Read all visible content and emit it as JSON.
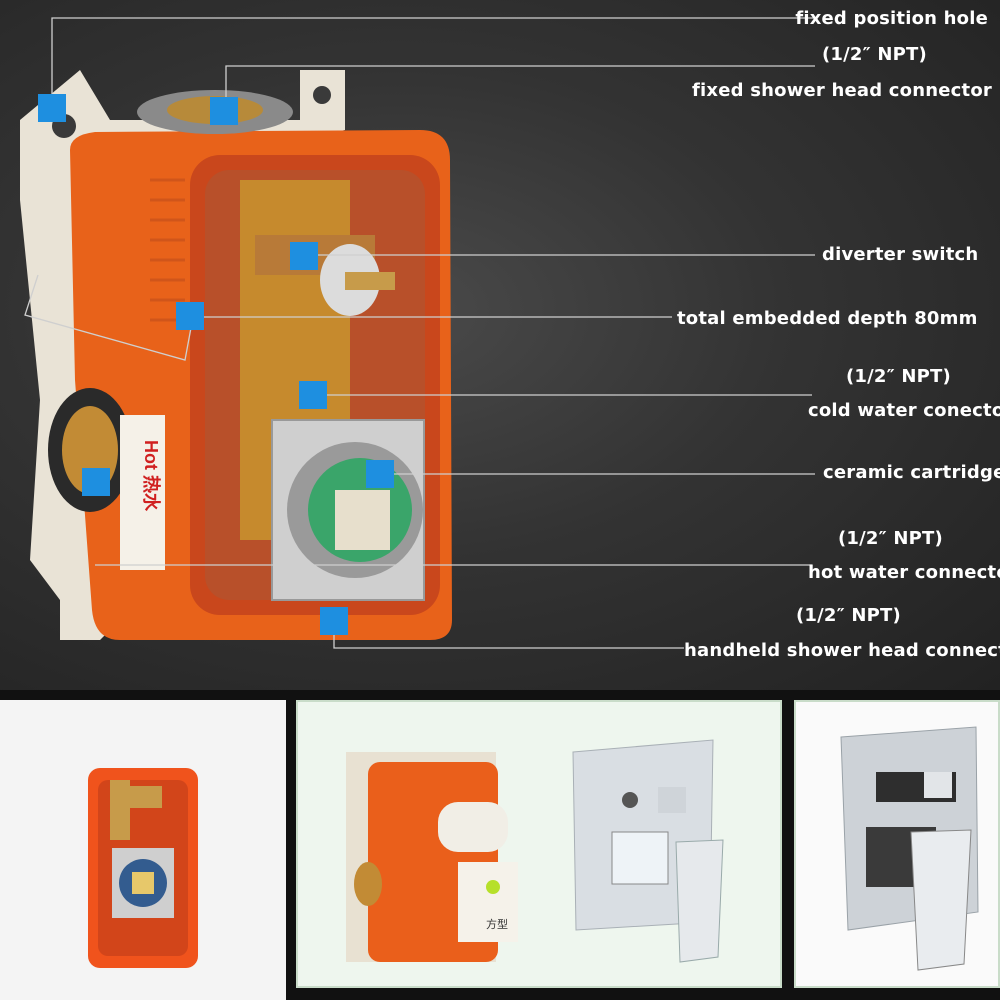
{
  "labels": {
    "fixed_position_hole": "fixed position hole",
    "fixed_shower_npt": "(1/2″ NPT)",
    "fixed_shower_head_connector": "fixed shower head connector",
    "diverter_switch": "diverter switch",
    "total_depth": "total embedded depth 80mm",
    "cold_npt": "(1/2″ NPT)",
    "cold_water_connector": "cold water conector",
    "ceramic_cartridge": "ceramic cartridge",
    "hot_npt": "(1/2″ NPT)",
    "hot_water_connector": "hot water connector",
    "handheld_npt": "(1/2″ NPT)",
    "handheld_shower_head_connector": "handheld shower head connector"
  },
  "product_text": {
    "hot_marking": "Hot 热水",
    "valve_tag": "方型"
  },
  "colors": {
    "marker": "#1e8fe0",
    "housing_orange": "#e8621a",
    "background": "#333333",
    "leader_line": "#cfcfcf"
  }
}
